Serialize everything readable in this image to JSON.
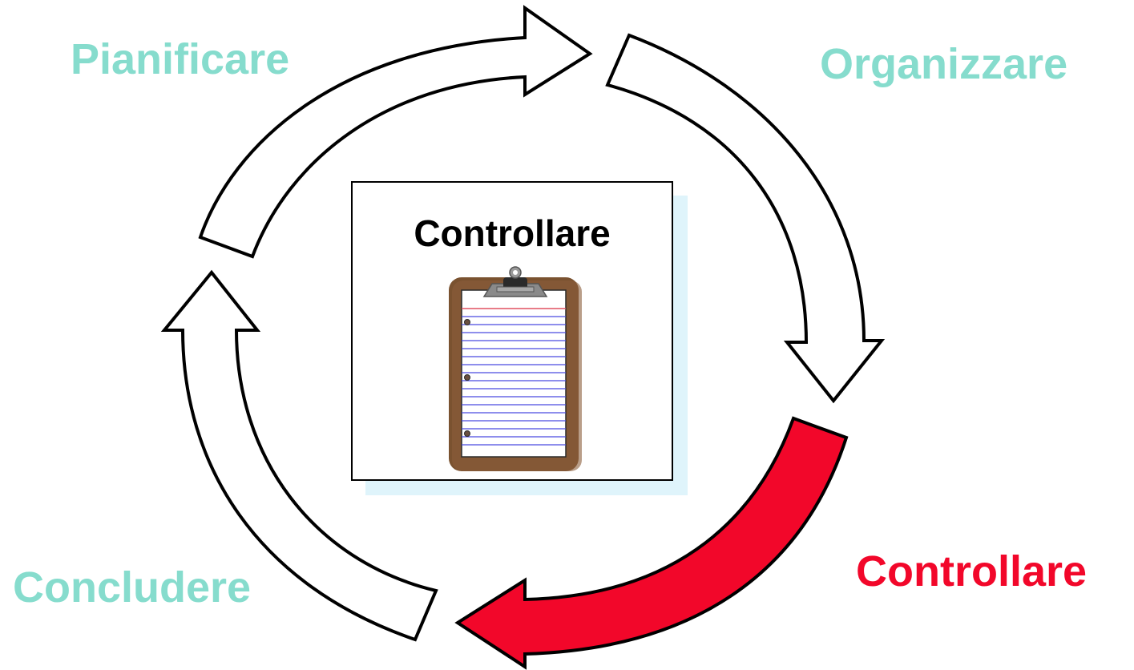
{
  "cycle": {
    "stages": [
      {
        "id": "plan",
        "label": "Pianificare",
        "color": "#86dccd",
        "active": false
      },
      {
        "id": "organize",
        "label": "Organizzare",
        "color": "#86dccd",
        "active": false
      },
      {
        "id": "control",
        "label": "Controllare",
        "color": "#f2072a",
        "active": true
      },
      {
        "id": "close",
        "label": "Concludere",
        "color": "#86dccd",
        "active": false
      }
    ],
    "arrow_fill_default": "#ffffff",
    "arrow_fill_active": "#f2072a",
    "arrow_stroke": "#000000"
  },
  "center": {
    "title": "Controllare",
    "icon": "clipboard-icon",
    "shadow_color": "#dff4fb"
  }
}
